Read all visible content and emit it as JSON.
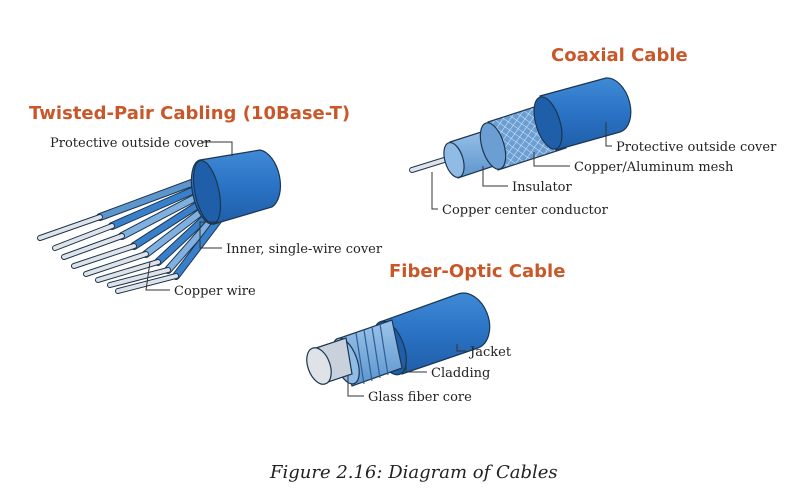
{
  "twisted_pair": {
    "title": "Twisted-Pair Cabling (10Base-T)",
    "labels": {
      "protective_cover": "Protective outside cover",
      "inner_cover": "Inner, single-wire cover",
      "copper_wire": "Copper wire"
    }
  },
  "coaxial": {
    "title": "Coaxial Cable",
    "labels": {
      "protective_cover": "Protective outside cover",
      "mesh": "Copper/Aluminum mesh",
      "insulator": "Insulator",
      "center_conductor": "Copper center conductor"
    }
  },
  "fiber_optic": {
    "title": "Fiber-Optic Cable",
    "labels": {
      "jacket": "Jacket",
      "cladding": "Cladding",
      "core": "Glass fiber core"
    }
  },
  "caption": "Figure 2.16: Diagram of Cables",
  "colors": {
    "heading": "#c8582a",
    "cable_blue": "#2a72c4",
    "cable_light": "#6fa6d8",
    "cable_dark": "#1c3550",
    "conductor": "#dfe3e8"
  }
}
